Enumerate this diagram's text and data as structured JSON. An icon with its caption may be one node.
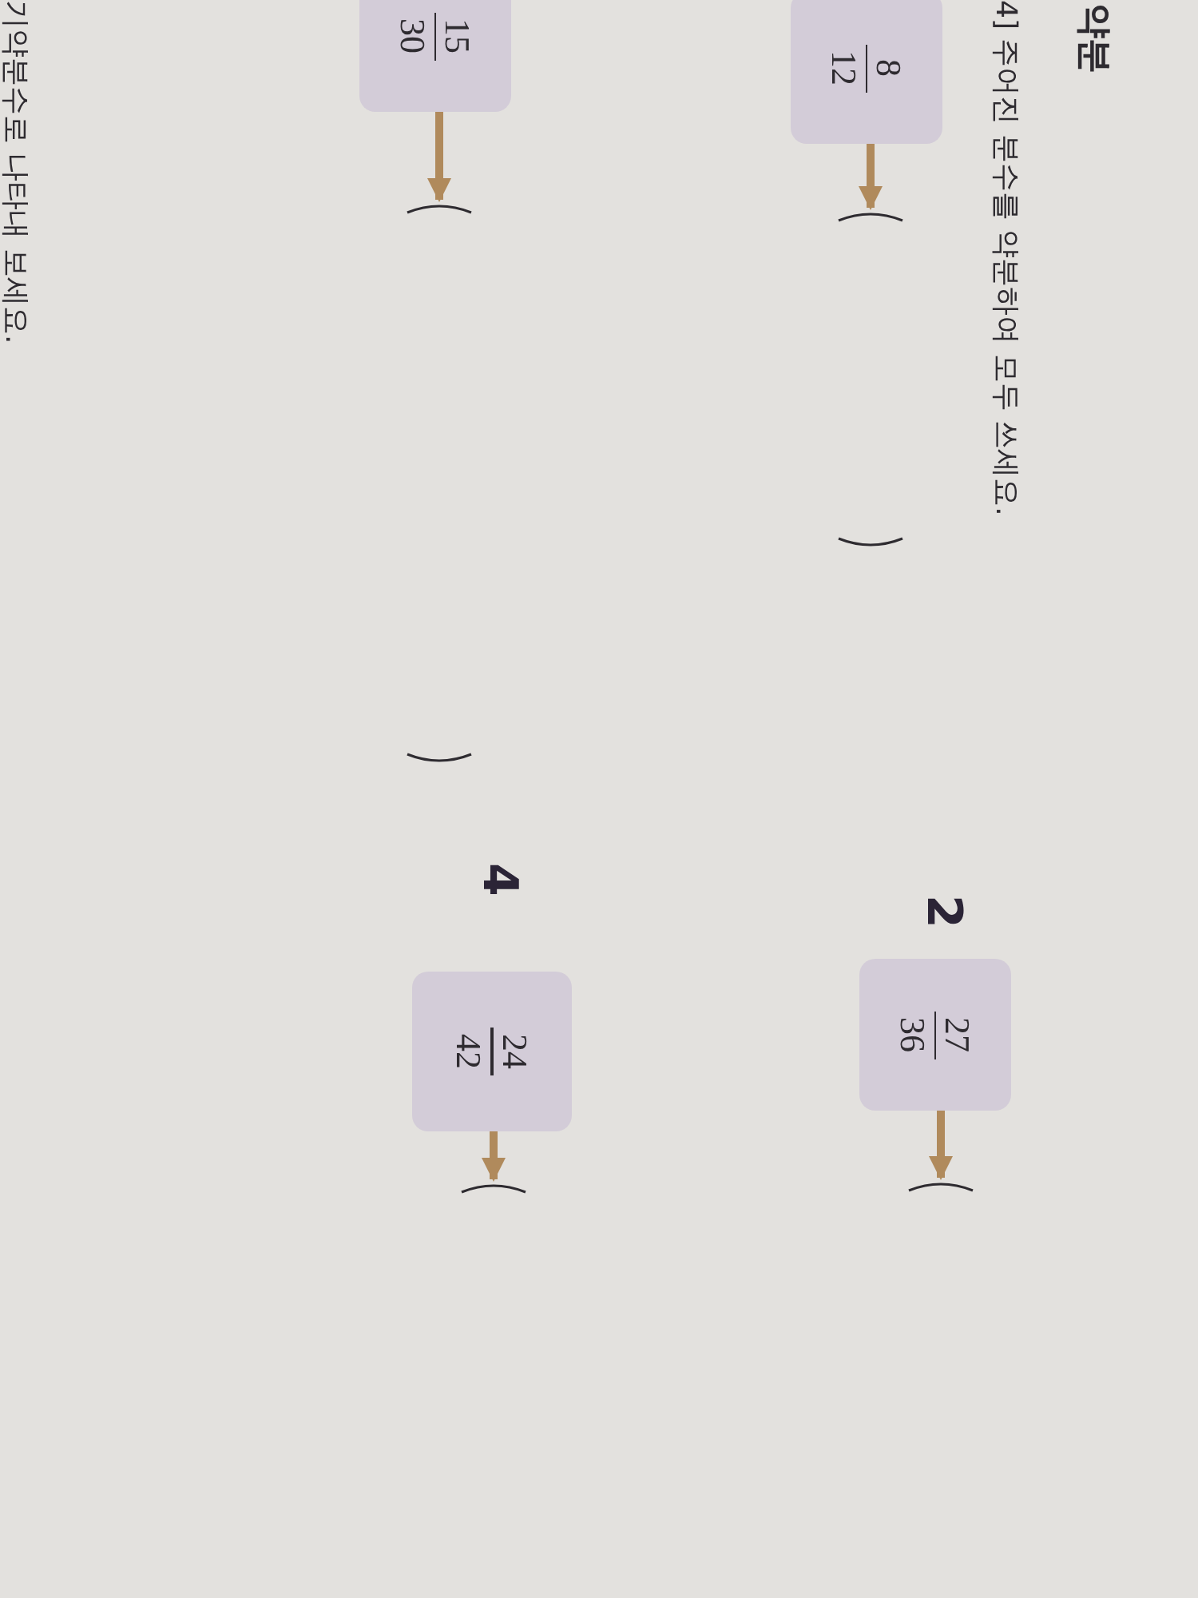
{
  "diagram": {
    "nodes": [
      {
        "text": [
          "8",
          "12"
        ]
      },
      {
        "text": [],
        "shape": "bracket"
      },
      {
        "text": [
          "27",
          "36"
        ],
        "beside": [
          "2"
        ]
      },
      {
        "text": [],
        "shape": "bracket"
      },
      {
        "text": [
          "15",
          "30"
        ]
      },
      {
        "text": [],
        "shape": "bracket"
      },
      {
        "text": [
          "24",
          "42"
        ],
        "beside": [
          "4"
        ]
      },
      {
        "text": [],
        "shape": "bracket"
      }
    ],
    "edges": [
      {
        "from": 0,
        "to": 1,
        "arrow": "to"
      },
      {
        "from": 2,
        "to": 3,
        "arrow": "to"
      },
      {
        "from": 4,
        "to": 5,
        "arrow": "to"
      },
      {
        "from": 6,
        "to": 7,
        "arrow": "to"
      }
    ],
    "labels": [
      "약분",
      "4] 주어진 분수를 약분하여 모두 쓰세요.",
      "기약분수로 나타내 보세요."
    ]
  }
}
